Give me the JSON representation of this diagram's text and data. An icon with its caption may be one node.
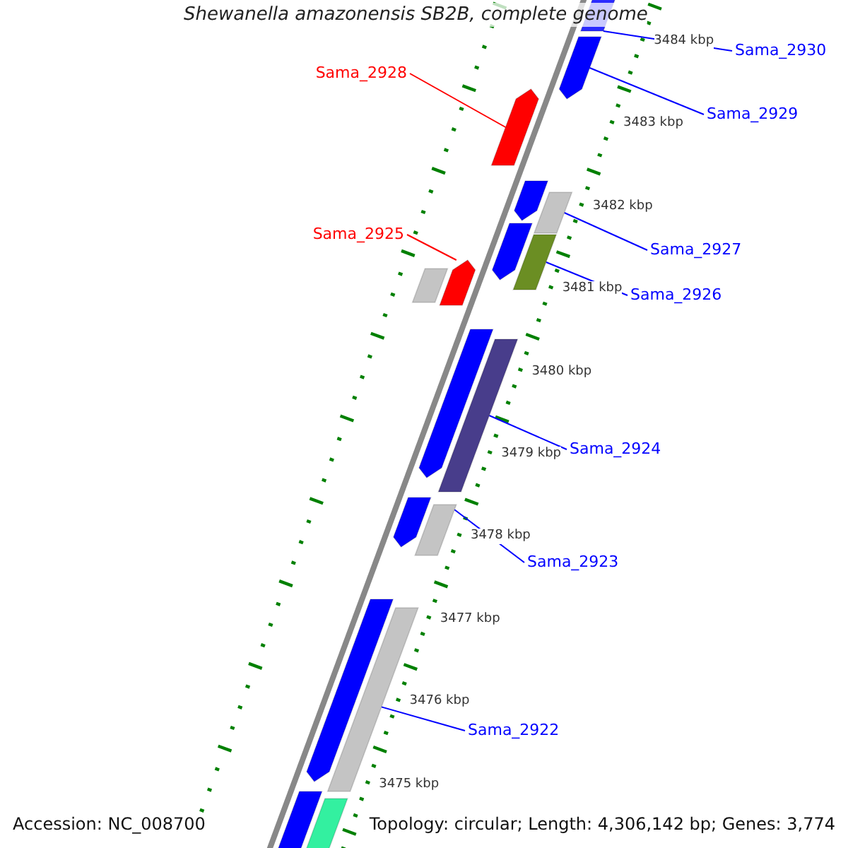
{
  "diagram": {
    "title": "Shewanella amazonensis SB2B, complete genome",
    "nodes": [
      {
        "text": [],
        "shape": "bar"
      },
      {
        "text": [],
        "shape": "arrow"
      },
      {
        "text": [],
        "shape": "arrow"
      },
      {
        "text": [],
        "shape": "arrow"
      },
      {
        "text": [],
        "shape": "bar"
      },
      {
        "text": [],
        "shape": "arrow"
      },
      {
        "text": [],
        "shape": "bar"
      },
      {
        "text": [],
        "shape": "bar"
      },
      {
        "text": [],
        "shape": "arrow"
      },
      {
        "text": [],
        "shape": "arrow"
      },
      {
        "text": [],
        "shape": "bar"
      },
      {
        "text": [],
        "shape": "arrow"
      },
      {
        "text": [],
        "shape": "bar"
      },
      {
        "text": [],
        "shape": "arrow"
      },
      {
        "text": [],
        "shape": "bar"
      },
      {
        "text": [],
        "shape": "bar"
      },
      {
        "text": [],
        "shape": "bar"
      },
      {
        "text": [
          "Sama_2930"
        ]
      },
      {
        "text": [
          "Sama_2929"
        ]
      },
      {
        "text": [
          "Sama_2928"
        ]
      },
      {
        "text": [
          "Sama_2925"
        ]
      },
      {
        "text": [
          "Sama_2927"
        ]
      },
      {
        "text": [
          "Sama_2926"
        ]
      },
      {
        "text": [
          "Sama_2924"
        ]
      },
      {
        "text": [
          "Sama_2923"
        ]
      },
      {
        "text": [
          "Sama_2922"
        ]
      }
    ],
    "edges": [
      {
        "from": 17,
        "to": 0,
        "arrow": "none"
      },
      {
        "from": 18,
        "to": 1,
        "arrow": "none"
      },
      {
        "from": 19,
        "to": 2,
        "arrow": "none",
        "color": "#ff0000"
      },
      {
        "from": 20,
        "to": 8,
        "arrow": "none",
        "color": "#ff0000"
      },
      {
        "from": 21,
        "to": 4,
        "arrow": "none"
      },
      {
        "from": 22,
        "to": 6,
        "arrow": "none"
      },
      {
        "from": 23,
        "to": 10,
        "arrow": "none"
      },
      {
        "from": 24,
        "to": 12,
        "arrow": "none"
      },
      {
        "from": 25,
        "to": 14,
        "arrow": "none"
      }
    ],
    "labels": [
      "3484 kbp",
      "3483 kbp",
      "3482 kbp",
      "3481 kbp",
      "3480 kbp",
      "3479 kbp",
      "3478 kbp",
      "3477 kbp",
      "3476 kbp",
      "3475 kbp",
      "Accession: NC_008700",
      "Topology: circular; Length: 4,306,142 bp; Genes: 3,774"
    ]
  }
}
